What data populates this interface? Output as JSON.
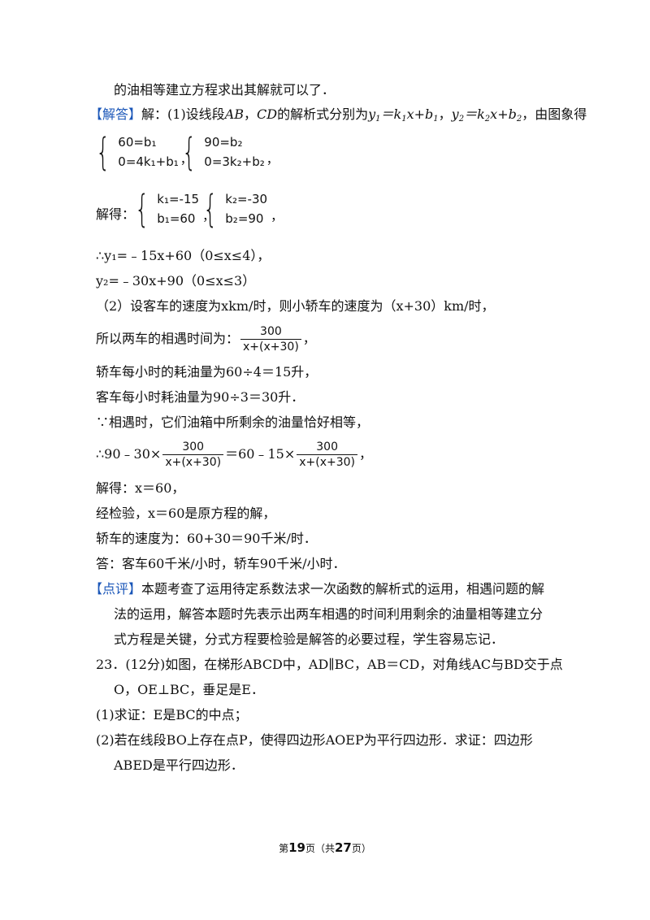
{
  "lines": {
    "l1": "的油相等建立方程求出其解就可以了．",
    "tag_answer": "【解答】",
    "l2_a": "解：(1)设线段",
    "l2_ab": "AB",
    "l2_sep": "，",
    "l2_cd": "CD",
    "l2_b": "的解析式分别为",
    "l2_c": "，由图象得",
    "sys1": [
      "60=b₁",
      "0=4k₁+b₁"
    ],
    "sys2": [
      "90=b₂",
      "0=3k₂+b₂"
    ],
    "sys_sep": "，",
    "solve_label": "解得：",
    "sys3": [
      "k₁=-15",
      "b₁=60"
    ],
    "sys4": [
      "k₂=-30",
      "b₂=90"
    ],
    "y1_line": "∴y₁=﹣15x+60（0≤x≤4），",
    "y2_line": "y₂=﹣30x+90（0≤x≤3）",
    "part2": "（2）设客车的速度为xkm/时，则小轿车的速度为（x+30）km/时，",
    "meet_time": "所以两车的相遇时间为：",
    "frac_num": "300",
    "frac_den": "x+(x+30)",
    "comma": "，",
    "car_oil": "轿车每小时的耗油量为60÷4＝15升，",
    "bus_oil": "客车每小时耗油量为90÷3＝30升．",
    "because": "∵相遇时，它们油箱中所剩余的油量恰好相等，",
    "eq_a": "∴90﹣30×",
    "eq_b": "＝60﹣15×",
    "eq_c": "，",
    "sol_x": "解得：x＝60，",
    "check": "经检验，x＝60是原方程的解，",
    "car_speed": "轿车的速度为：60+30＝90千米/时．",
    "answer": "答：客车60千米/小时，轿车90千米/小时．",
    "tag_comment": "【点评】",
    "comment1": "本题考查了运用待定系数法求一次函数的解析式的运用，相遇问题的解",
    "comment2": "法的运用，解答本题时先表示出两车相遇的时间利用剩余的油量相等建立分",
    "comment3": "式方程是关键，分式方程要检验是解答的必要过程，学生容易忘记．",
    "q23_1": "23．(12分)如图，在梯形ABCD中，AD∥BC，AB＝CD，对角线AC与BD交于点",
    "q23_2": "O，OE⊥BC，垂足是E．",
    "q23_3": "(1)求证：E是BC的中点；",
    "q23_4": "(2)若在线段BO上存在点P，使得四边形AOEP为平行四边形．求证：四边形",
    "q23_5": "ABED是平行四边形．"
  },
  "footer": {
    "pre": "第",
    "page": "19",
    "mid": "页（共",
    "total": "27",
    "post": "页）"
  },
  "colors": {
    "tag": "#1a56b8"
  }
}
